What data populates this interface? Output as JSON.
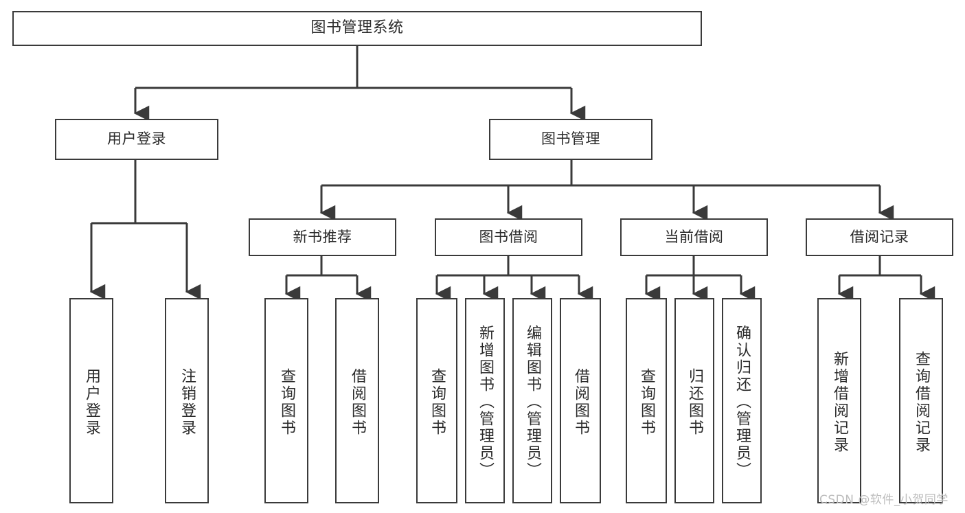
{
  "diagram": {
    "title": "图书管理系统",
    "type": "hierarchy-tree",
    "line_color": "#3a3a3a",
    "text_color": "#2b2b2b",
    "background": "#ffffff"
  },
  "root": {
    "label": "图书管理系统"
  },
  "level2": [
    {
      "label": "用户登录"
    },
    {
      "label": "图书管理"
    }
  ],
  "level3": [
    {
      "label": "新书推荐"
    },
    {
      "label": "图书借阅"
    },
    {
      "label": "当前借阅"
    },
    {
      "label": "借阅记录"
    }
  ],
  "leaves": {
    "user_login": [
      {
        "label": "用户登录"
      },
      {
        "label": "注销登录"
      }
    ],
    "new_book": [
      {
        "label": "查询图书"
      },
      {
        "label": "借阅图书"
      }
    ],
    "book_borrow": [
      {
        "label": "查询图书"
      },
      {
        "label": "新增图书（管理员）"
      },
      {
        "label": "编辑图书（管理员）"
      },
      {
        "label": "借阅图书"
      }
    ],
    "current_borrow": [
      {
        "label": "查询图书"
      },
      {
        "label": "归还图书"
      },
      {
        "label": "确认归还（管理员）"
      }
    ],
    "borrow_record": [
      {
        "label": "新增借阅记录"
      },
      {
        "label": "查询借阅记录"
      }
    ]
  },
  "watermark": {
    "text": "CSDN @软件_小贺同学"
  }
}
